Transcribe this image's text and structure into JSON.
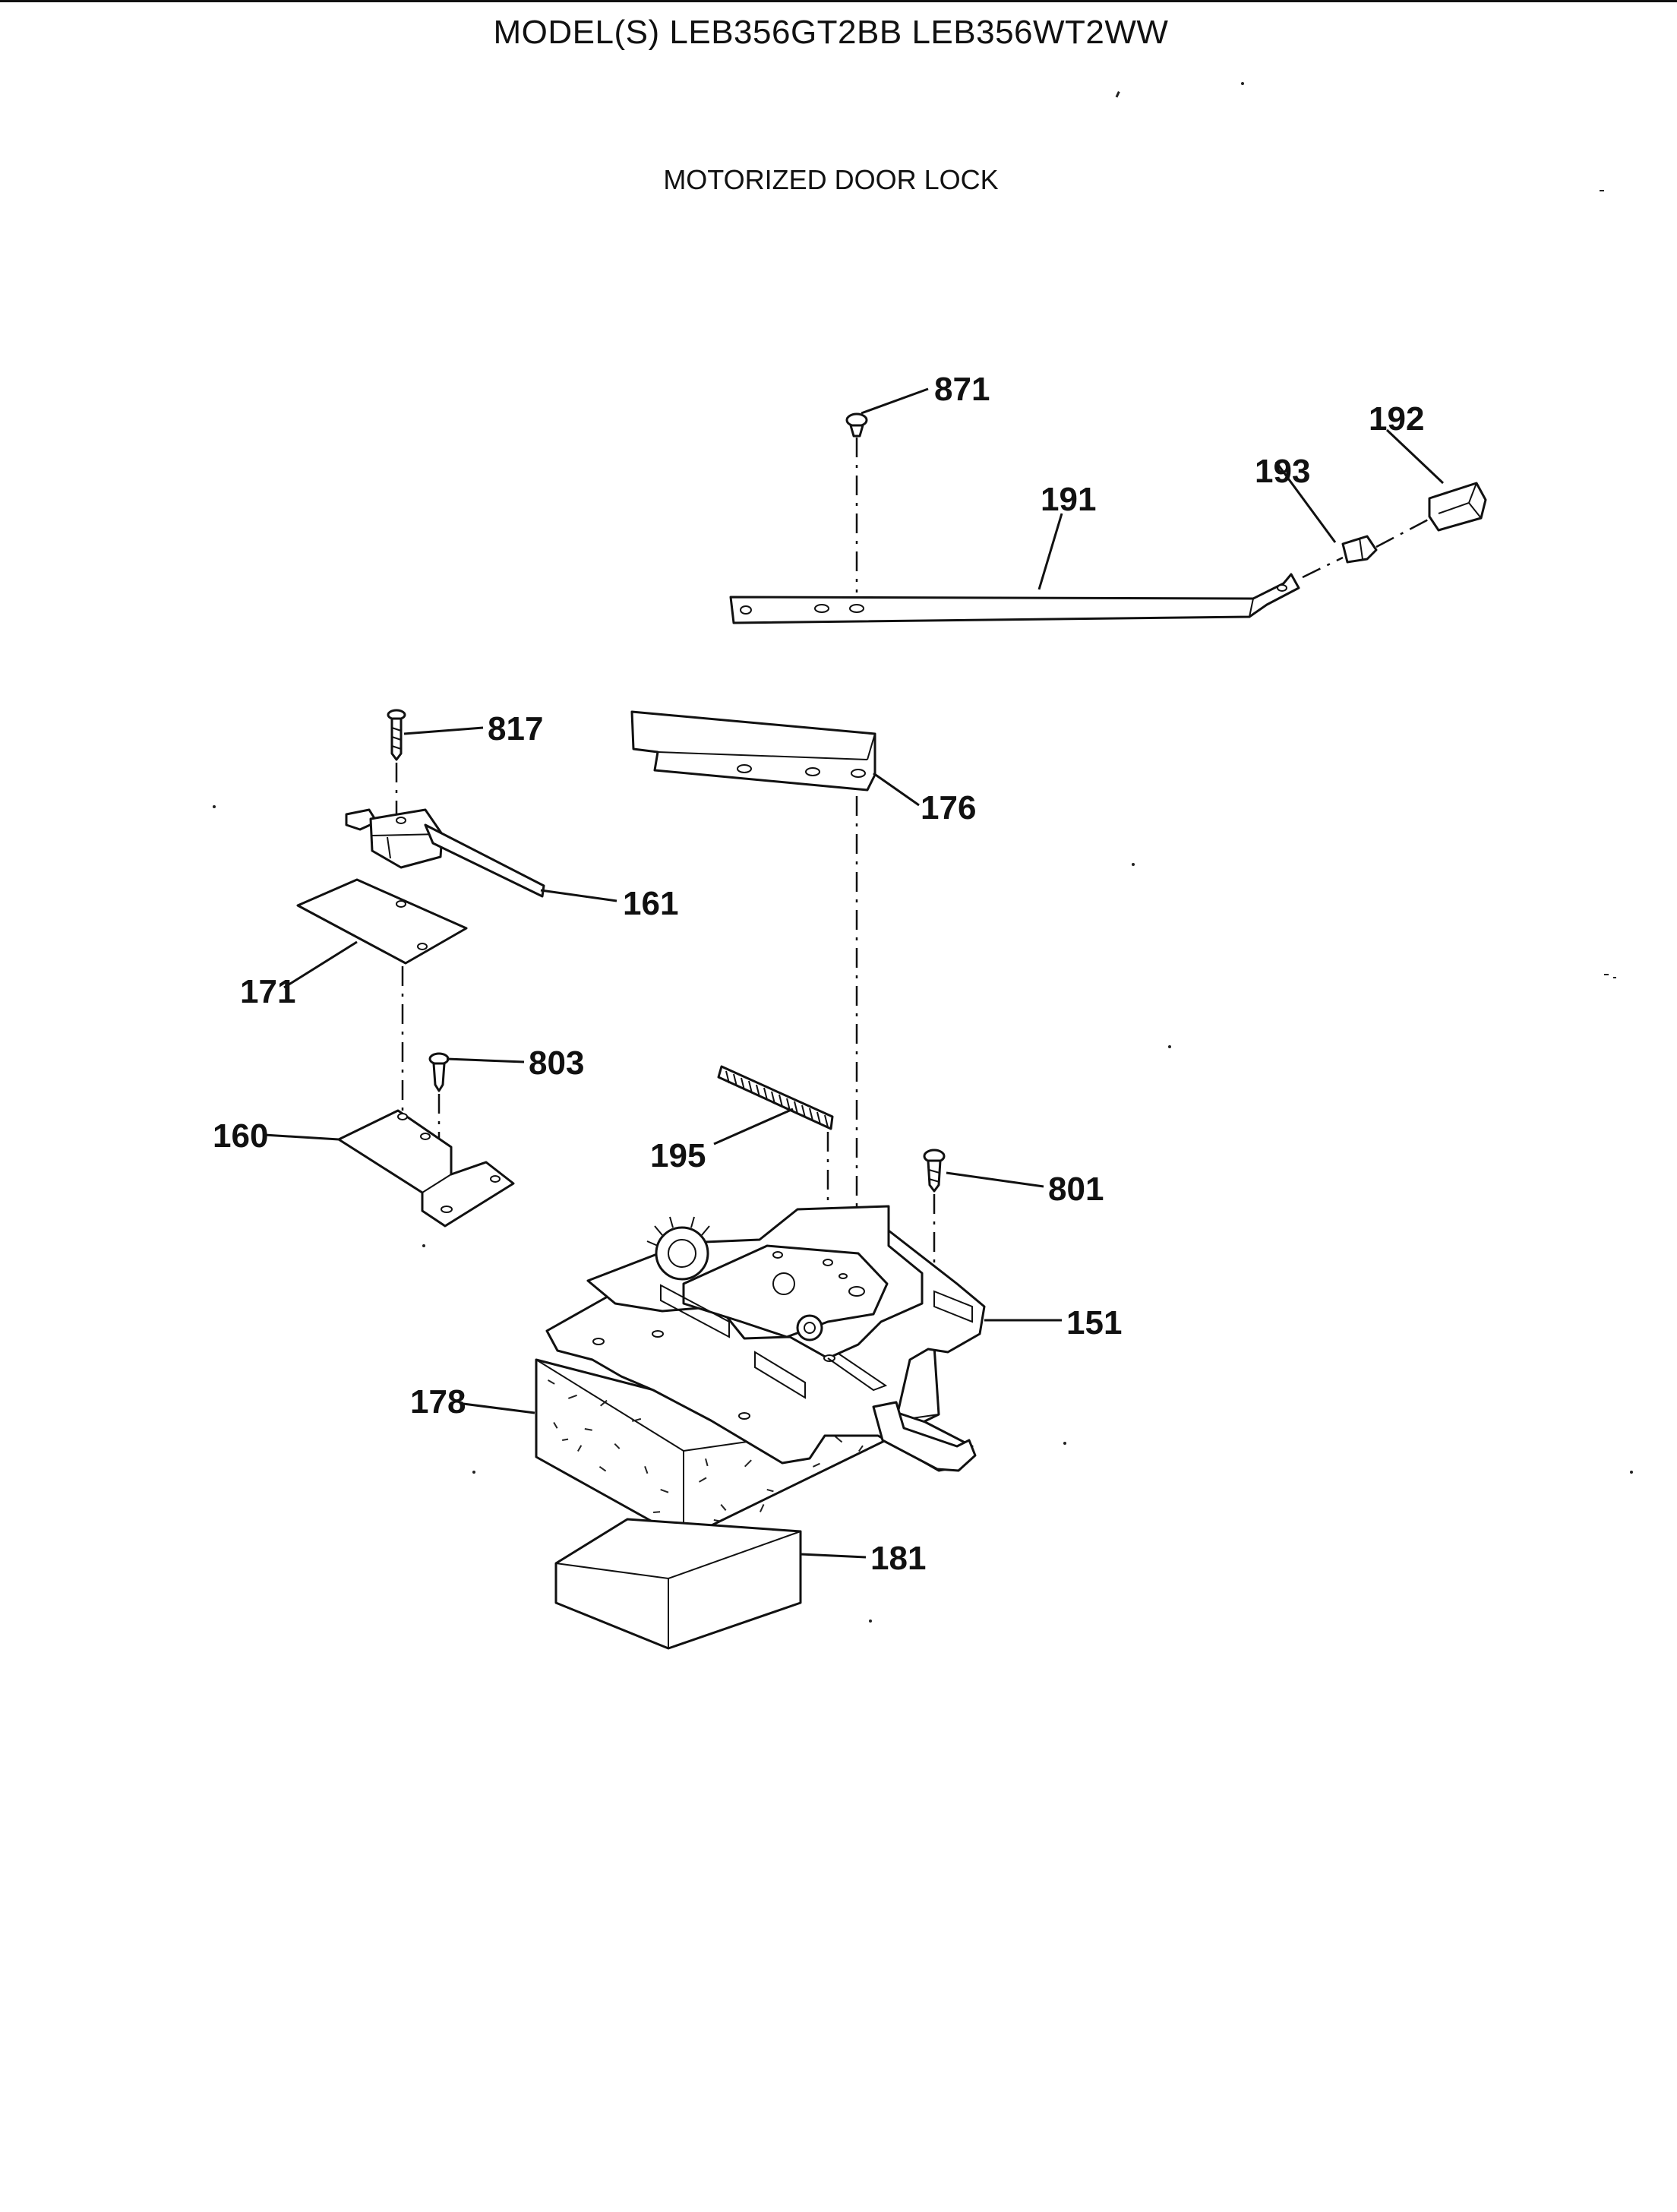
{
  "header": {
    "title": "MODEL(S) LEB356GT2BB  LEB356WT2WW"
  },
  "section": {
    "title": "MOTORIZED DOOR LOCK"
  },
  "callouts": {
    "p871": "871",
    "p192": "192",
    "p193": "193",
    "p191": "191",
    "p817": "817",
    "p176": "176",
    "p161": "161",
    "p171": "171",
    "p803": "803",
    "p160": "160",
    "p195": "195",
    "p801": "801",
    "p151": "151",
    "p178": "178",
    "p181": "181"
  }
}
